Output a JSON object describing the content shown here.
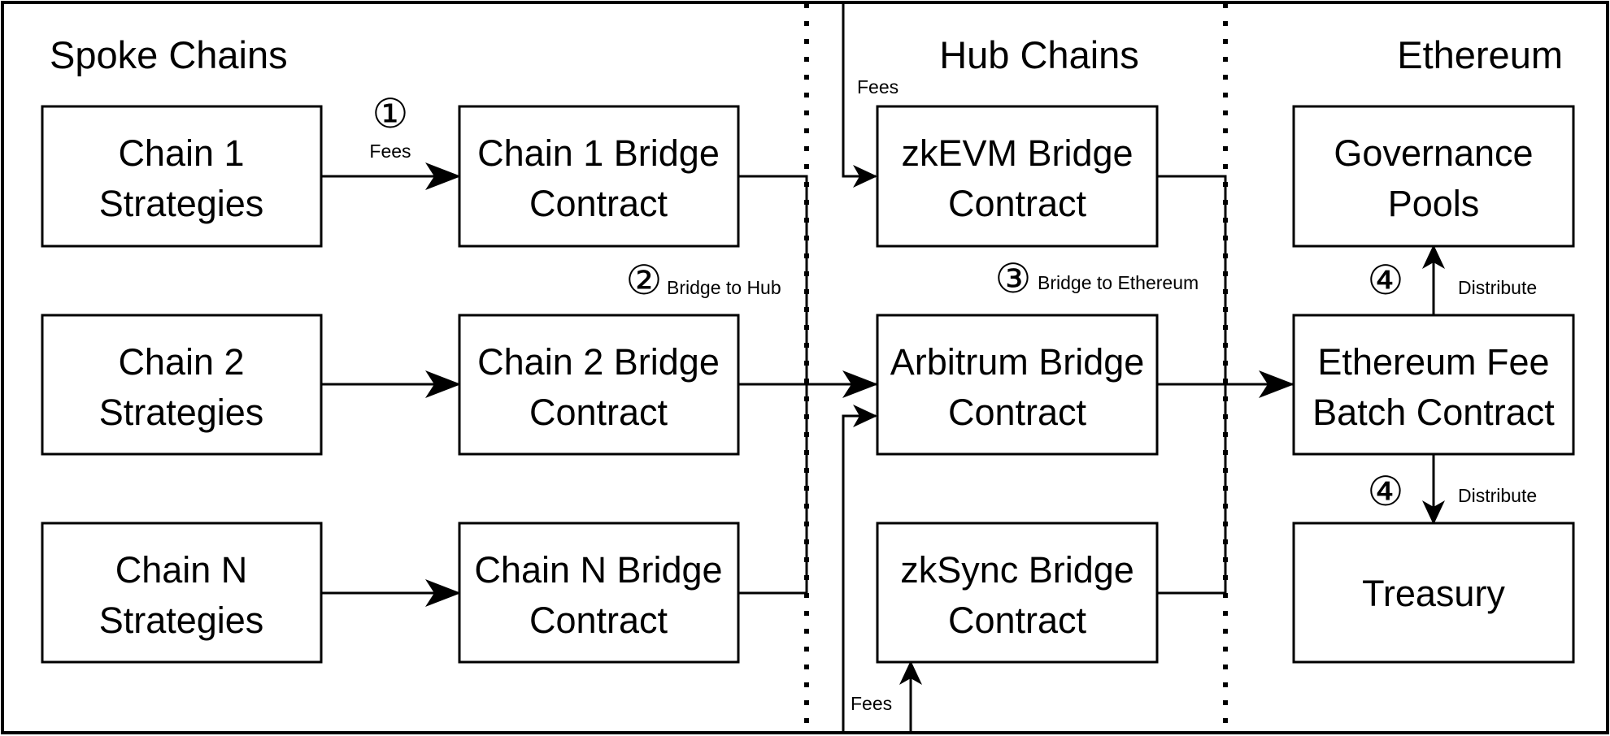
{
  "sections": {
    "spoke": "Spoke Chains",
    "hub": "Hub Chains",
    "ethereum": "Ethereum"
  },
  "boxes": {
    "chain1_strategies": [
      "Chain 1",
      "Strategies"
    ],
    "chain2_strategies": [
      "Chain 2",
      "Strategies"
    ],
    "chainN_strategies": [
      "Chain N",
      "Strategies"
    ],
    "chain1_bridge": [
      "Chain 1 Bridge",
      "Contract"
    ],
    "chain2_bridge": [
      "Chain 2 Bridge",
      "Contract"
    ],
    "chainN_bridge": [
      "Chain N Bridge",
      "Contract"
    ],
    "zkevm_bridge": [
      "zkEVM Bridge",
      "Contract"
    ],
    "arbitrum_bridge": [
      "Arbitrum Bridge",
      "Contract"
    ],
    "zksync_bridge": [
      "zkSync Bridge",
      "Contract"
    ],
    "governance_pools": [
      "Governance",
      "Pools"
    ],
    "eth_fee_batch": [
      "Ethereum Fee",
      "Batch Contract"
    ],
    "treasury": [
      "Treasury"
    ]
  },
  "steps": {
    "step1": {
      "number": "①",
      "label": "Fees"
    },
    "step2": {
      "number": "②",
      "label": "Bridge to Hub"
    },
    "step3": {
      "number": "③",
      "label": "Bridge to Ethereum"
    },
    "step4_up": {
      "number": "④",
      "label": "Distribute"
    },
    "step4_down": {
      "number": "④",
      "label": "Distribute"
    }
  },
  "labels": {
    "fees_top": "Fees",
    "fees_bottom": "Fees"
  }
}
